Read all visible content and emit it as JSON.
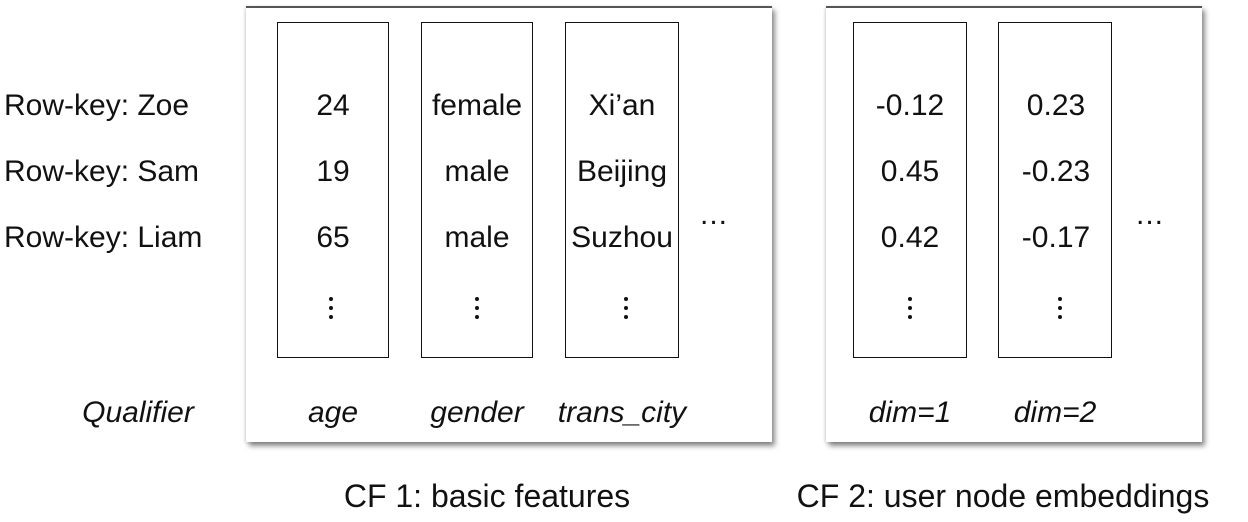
{
  "row_keys": [
    "Row-key: Zoe",
    "Row-key: Sam",
    "Row-key: Liam"
  ],
  "qualifier_label": "Qualifier",
  "cf1": {
    "caption": "CF 1: basic features",
    "columns": [
      {
        "qualifier": "age",
        "values": [
          "24",
          "19",
          "65"
        ]
      },
      {
        "qualifier": "gender",
        "values": [
          "female",
          "male",
          "male"
        ]
      },
      {
        "qualifier": "trans_city",
        "values": [
          "Xi’an",
          "Beijing",
          "Suzhou"
        ]
      }
    ],
    "more": "..."
  },
  "cf2": {
    "caption": "CF 2: user node embeddings",
    "columns": [
      {
        "qualifier": "dim=1",
        "values": [
          "-0.12",
          "0.45",
          "0.42"
        ]
      },
      {
        "qualifier": "dim=2",
        "values": [
          "0.23",
          "-0.23",
          "-0.17"
        ]
      }
    ],
    "more": "..."
  }
}
